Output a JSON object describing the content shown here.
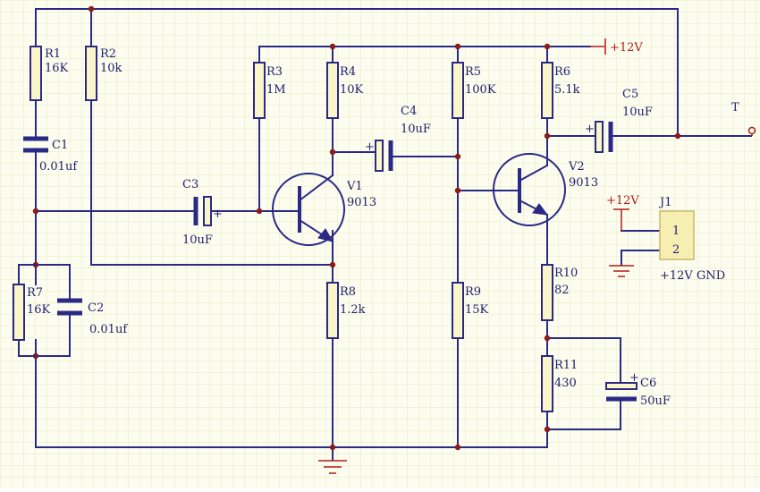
{
  "power": {
    "main": "+12V",
    "j1": "+12V"
  },
  "output_terminal": "T",
  "components": {
    "R1": {
      "ref": "R1",
      "value": "16K"
    },
    "R2": {
      "ref": "R2",
      "value": "10k"
    },
    "R3": {
      "ref": "R3",
      "value": "1M"
    },
    "R4": {
      "ref": "R4",
      "value": "10K"
    },
    "R5": {
      "ref": "R5",
      "value": "100K"
    },
    "R6": {
      "ref": "R6",
      "value": "5.1k"
    },
    "R7": {
      "ref": "R7",
      "value": "16K"
    },
    "R8": {
      "ref": "R8",
      "value": "1.2k"
    },
    "R9": {
      "ref": "R9",
      "value": "15K"
    },
    "R10": {
      "ref": "R10",
      "value": "82"
    },
    "R11": {
      "ref": "R11",
      "value": "430"
    },
    "C1": {
      "ref": "C1",
      "value": "0.01uf"
    },
    "C2": {
      "ref": "C2",
      "value": "0.01uf"
    },
    "C3": {
      "ref": "C3",
      "value": "10uF"
    },
    "C4": {
      "ref": "C4",
      "value": "10uF"
    },
    "C5": {
      "ref": "C5",
      "value": "10uF"
    },
    "C6": {
      "ref": "C6",
      "value": "50uF"
    },
    "V1": {
      "ref": "V1",
      "value": "9013"
    },
    "V2": {
      "ref": "V2",
      "value": "9013"
    }
  },
  "connector": {
    "ref": "J1",
    "pins": [
      "1",
      "2"
    ],
    "caption": "+12V GND"
  },
  "colors": {
    "wire": "#2a2a86",
    "power": "#b01c1c",
    "body": "#fbf6c9",
    "grid": "#dfe8b8"
  }
}
